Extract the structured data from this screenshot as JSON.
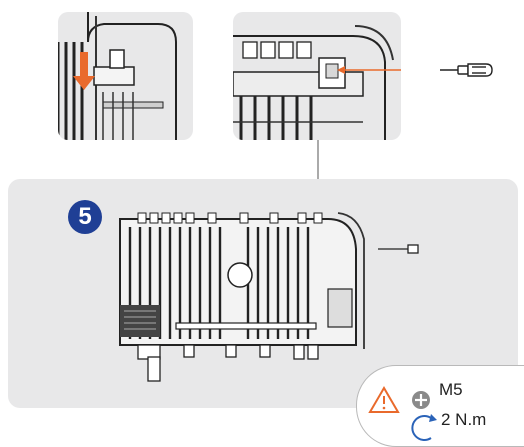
{
  "step": {
    "number": "5"
  },
  "spec": {
    "screw_size": "M5",
    "torque": "2 N.m"
  },
  "colors": {
    "badge": "#1f3f95",
    "arrow": "#e96a2c",
    "warning": "#e96a2c",
    "panel_bg": "#e8e8e9"
  },
  "icons": [
    "warning-icon",
    "phillips-head-icon",
    "rotate-clockwise-icon",
    "screwdriver-icon",
    "screw-icon",
    "down-arrow-icon",
    "left-arrow-icon"
  ]
}
